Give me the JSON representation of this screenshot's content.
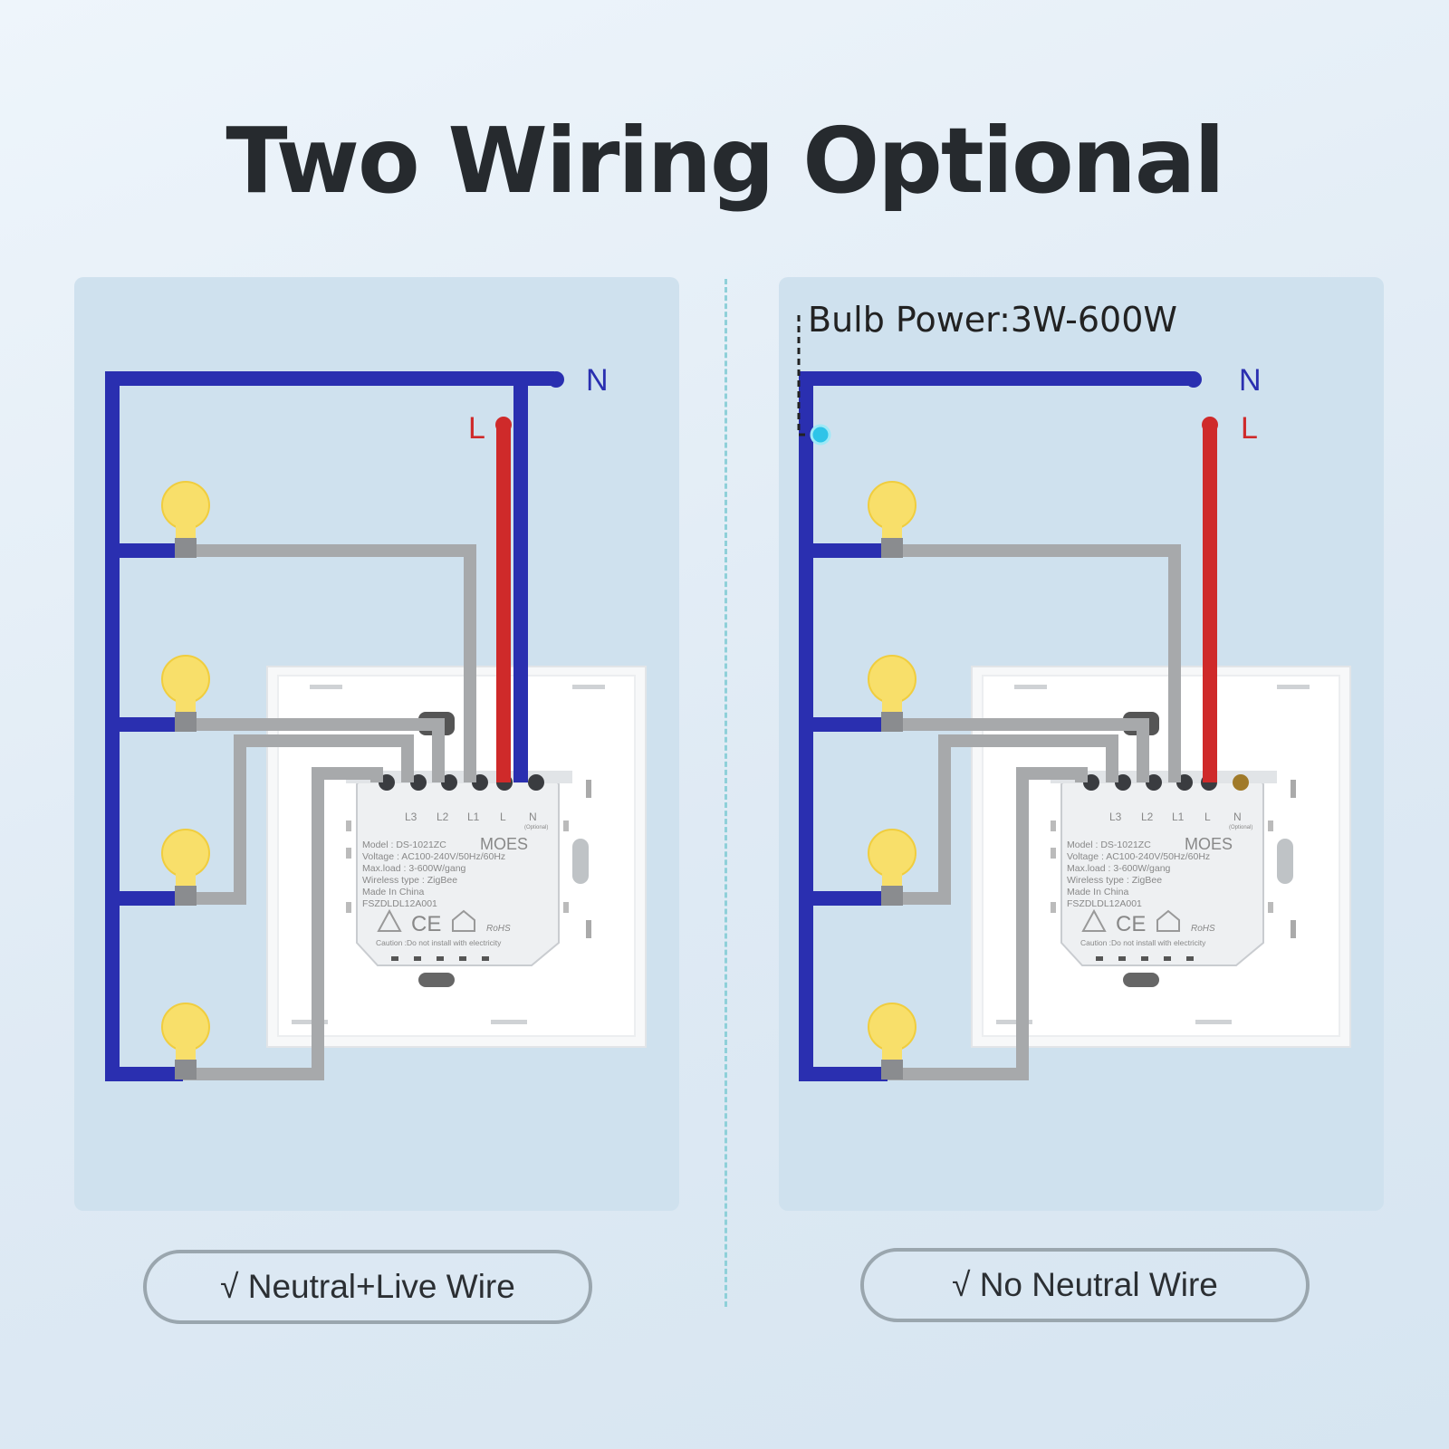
{
  "title": "Two Wiring Optional",
  "left_panel": {
    "wire_labels": {
      "neutral": "N",
      "live": "L"
    },
    "caption": "√ Neutral+Live Wire"
  },
  "right_panel": {
    "note": "Bulb Power:3W-600W",
    "wire_labels": {
      "neutral": "N",
      "live": "L"
    },
    "caption": "√ No Neutral Wire"
  },
  "switch_module": {
    "terminals": [
      "L3",
      "L2",
      "L1",
      "L",
      "N"
    ],
    "terminal_note": "(Optional)",
    "brand": "MOES",
    "spec_lines": [
      "Model : DS-1021ZC",
      "Voltage : AC100-240V/50Hz/60Hz",
      "Max.load : 3-600W/gang",
      "Wireless type : ZigBee",
      "Made In China",
      "FSZDLDL12A001"
    ],
    "caution": "Caution :Do not install with electricity",
    "rohs": "RoHS"
  },
  "colors": {
    "neutral_wire": "#2a2fb0",
    "live_wire": "#cf2a2a",
    "load_wire": "#a7a9ab",
    "bulb": "#f8df6a",
    "highlight": "#2ec4e8"
  }
}
